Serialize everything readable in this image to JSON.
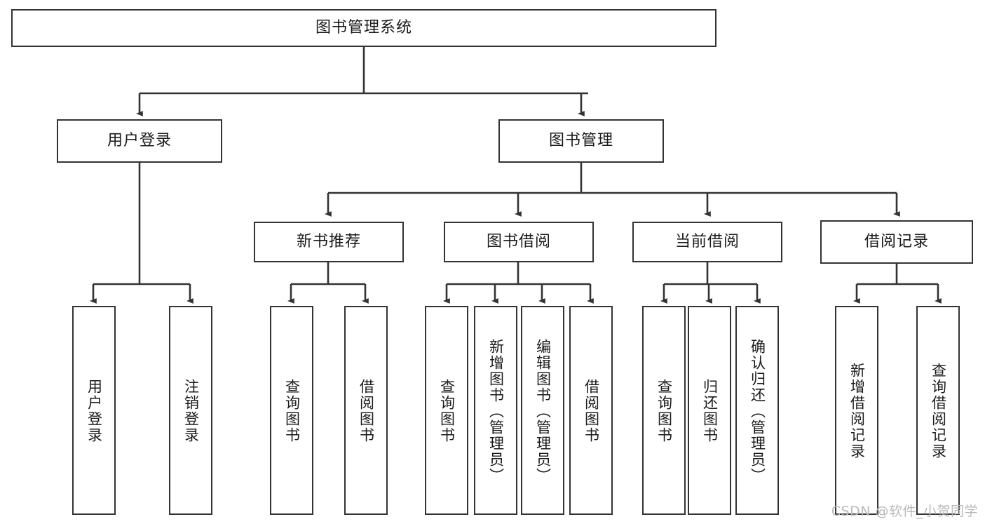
{
  "diagram": {
    "title": "图书管理系统",
    "watermark": "CSDN @软件_小贺同学",
    "stroke_color": "#333333",
    "background_color": "#ffffff",
    "text_color": "#1a1a1a",
    "root": {
      "label": "图书管理系统"
    },
    "level2": [
      {
        "label": "用户登录"
      },
      {
        "label": "图书管理"
      }
    ],
    "level3": [
      {
        "label": "新书推荐"
      },
      {
        "label": "图书借阅"
      },
      {
        "label": "当前借阅"
      },
      {
        "label": "借阅记录"
      }
    ],
    "leaves": {
      "user_login": [
        {
          "label": "用户登录"
        },
        {
          "label": "注销登录"
        }
      ],
      "new_book_recommend": [
        {
          "label": "查询图书"
        },
        {
          "label": "借阅图书"
        }
      ],
      "book_borrow": [
        {
          "label": "查询图书"
        },
        {
          "label": "新增图书（管理员）"
        },
        {
          "label": "编辑图书（管理员）"
        },
        {
          "label": "借阅图书"
        }
      ],
      "current_borrow": [
        {
          "label": "查询图书"
        },
        {
          "label": "归还图书"
        },
        {
          "label": "确认归还（管理员）"
        }
      ],
      "borrow_record": [
        {
          "label": "新增借阅记录"
        },
        {
          "label": "查询借阅记录"
        }
      ]
    }
  }
}
